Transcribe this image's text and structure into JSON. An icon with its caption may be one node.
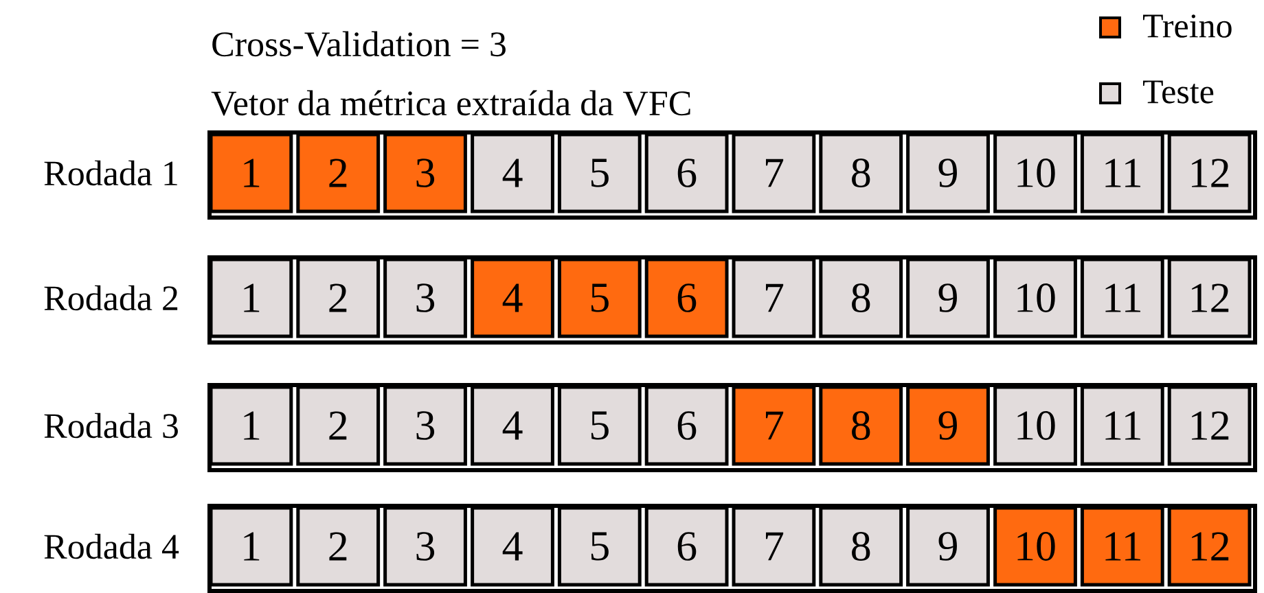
{
  "diagram": {
    "nodes": [
      {
        "text": [],
        "shape": "bar",
        "beside": [
          "Rodada 1"
        ]
      },
      {
        "text": [
          "1"
        ],
        "in": 0
      },
      {
        "text": [
          "2"
        ],
        "in": 0
      },
      {
        "text": [
          "3"
        ],
        "in": 0
      },
      {
        "text": [
          "4"
        ],
        "in": 0
      },
      {
        "text": [
          "5"
        ],
        "in": 0
      },
      {
        "text": [
          "6"
        ],
        "in": 0
      },
      {
        "text": [
          "7"
        ],
        "in": 0
      },
      {
        "text": [
          "8"
        ],
        "in": 0
      },
      {
        "text": [
          "9"
        ],
        "in": 0
      },
      {
        "text": [
          "10"
        ],
        "in": 0
      },
      {
        "text": [
          "11"
        ],
        "in": 0
      },
      {
        "text": [
          "12"
        ],
        "in": 0
      },
      {
        "text": [],
        "shape": "bar",
        "beside": [
          "Rodada 2"
        ]
      },
      {
        "text": [
          "1"
        ],
        "in": 13
      },
      {
        "text": [
          "2"
        ],
        "in": 13
      },
      {
        "text": [
          "3"
        ],
        "in": 13
      },
      {
        "text": [
          "4"
        ],
        "in": 13
      },
      {
        "text": [
          "5"
        ],
        "in": 13
      },
      {
        "text": [
          "6"
        ],
        "in": 13
      },
      {
        "text": [
          "7"
        ],
        "in": 13
      },
      {
        "text": [
          "8"
        ],
        "in": 13
      },
      {
        "text": [
          "9"
        ],
        "in": 13
      },
      {
        "text": [
          "10"
        ],
        "in": 13
      },
      {
        "text": [
          "11"
        ],
        "in": 13
      },
      {
        "text": [
          "12"
        ],
        "in": 13
      },
      {
        "text": [],
        "shape": "bar",
        "beside": [
          "Rodada 3"
        ]
      },
      {
        "text": [
          "1"
        ],
        "in": 26
      },
      {
        "text": [
          "2"
        ],
        "in": 26
      },
      {
        "text": [
          "3"
        ],
        "in": 26
      },
      {
        "text": [
          "4"
        ],
        "in": 26
      },
      {
        "text": [
          "5"
        ],
        "in": 26
      },
      {
        "text": [
          "6"
        ],
        "in": 26
      },
      {
        "text": [
          "7"
        ],
        "in": 26
      },
      {
        "text": [
          "8"
        ],
        "in": 26
      },
      {
        "text": [
          "9"
        ],
        "in": 26
      },
      {
        "text": [
          "10"
        ],
        "in": 26
      },
      {
        "text": [
          "11"
        ],
        "in": 26
      },
      {
        "text": [
          "12"
        ],
        "in": 26
      },
      {
        "text": [],
        "shape": "bar",
        "beside": [
          "Rodada 4"
        ]
      },
      {
        "text": [
          "1"
        ],
        "in": 39
      },
      {
        "text": [
          "2"
        ],
        "in": 39
      },
      {
        "text": [
          "3"
        ],
        "in": 39
      },
      {
        "text": [
          "4"
        ],
        "in": 39
      },
      {
        "text": [
          "5"
        ],
        "in": 39
      },
      {
        "text": [
          "6"
        ],
        "in": 39
      },
      {
        "text": [
          "7"
        ],
        "in": 39
      },
      {
        "text": [
          "8"
        ],
        "in": 39
      },
      {
        "text": [
          "9"
        ],
        "in": 39
      },
      {
        "text": [
          "10"
        ],
        "in": 39
      },
      {
        "text": [
          "11"
        ],
        "in": 39
      },
      {
        "text": [
          "12"
        ],
        "in": 39
      }
    ],
    "labels": [
      "Cross-Validation = 3",
      "Vetor da métrica extraída da VFC"
    ],
    "legend": [
      {
        "text": "Treino",
        "color": "#ff6a10"
      },
      {
        "text": "Teste",
        "color": "#e2dcdc"
      }
    ]
  }
}
